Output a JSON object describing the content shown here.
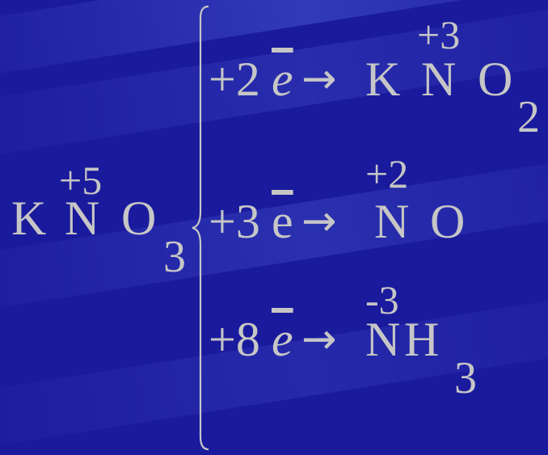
{
  "reactant": {
    "element1": "K",
    "element2": "N",
    "element3": "O",
    "subscript": "3",
    "oxidation_state": "+5"
  },
  "reactions": [
    {
      "electrons": "+2",
      "e": "e",
      "arrow": "→",
      "product_elements": [
        "K",
        "N",
        "O"
      ],
      "subscript": "2",
      "oxidation_state": "+3"
    },
    {
      "electrons": "+3",
      "e": "e",
      "arrow": "→",
      "product_elements": [
        "N",
        "O"
      ],
      "subscript": "",
      "oxidation_state": "+2"
    },
    {
      "electrons": "+8",
      "e": "e",
      "arrow": "→",
      "product_elements": [
        "N",
        "H"
      ],
      "subscript": "3",
      "oxidation_state": "-3"
    }
  ],
  "colors": {
    "background": "#1a1a9c",
    "text": "#c6c6c6"
  }
}
